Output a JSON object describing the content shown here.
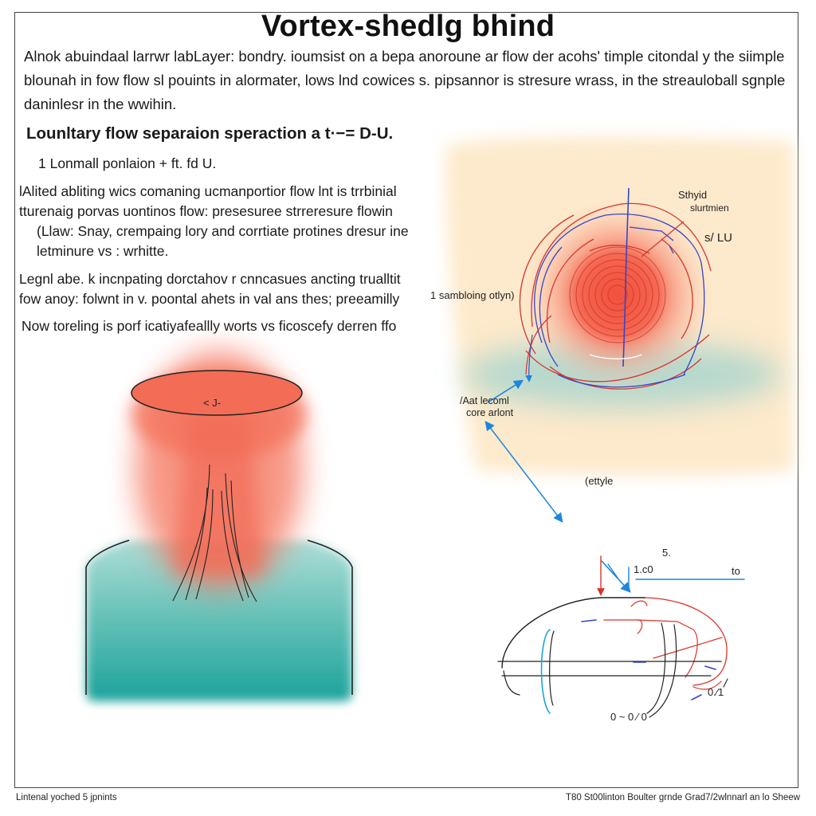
{
  "title": "Vortex-shedlg bhind",
  "intro": {
    "lines": [
      "Alnok abuindaal larrwr labLayer: bondry. ioumsist on a bepa anoroune ar flow der acohs' timple citondal y the siimple",
      "blounah in fow flow sl pouints in alormater, lows lnd cowices s. pipsannor is stresure wrass, in the streauloball sgnple",
      "daninlesr in the wwihin."
    ]
  },
  "section": {
    "heading": "Lounltary flow separaion speraction a t·−= D-U.",
    "sub_item": "1 Lonmall ponlaion + ft. fd U.",
    "paragraph1": [
      "lAlited abliting wics comaning ucmanportior flow lnt is trrbinial",
      "tturenaig porvas uontinos flow: presesuree strreresure flowin",
      "(Llaw: Snay, crempaing lory and corrtiate protines dresur ine",
      "letminure vs : wrhitte."
    ],
    "paragraph2": [
      "Legnl abe. k incnpating dorctahov r cnncasues ancting trualltit",
      "fow anoy: folwnt in v. poontal ahets in val ans thes; preeamilly"
    ],
    "paragraph3": "Now toreling is porf icatiyafeallly worts vs ficoscefy derren ffo"
  },
  "cylinder_diagram": {
    "top_label": "< J-",
    "colors": {
      "hot": "#f26b55",
      "cool": "#1aa39a"
    }
  },
  "vortex_diagram": {
    "labels": {
      "stagnation": "Sthyid",
      "stagnation_sub": "slurtmien",
      "velocity": "s/ LU",
      "left": "1 sambloing otlyn)",
      "arrow_label_line1": "/Aat lecoml",
      "arrow_label_line2": "core arlont",
      "style": "(ettyle"
    },
    "colors": {
      "core": "#f26450",
      "red_line": "#d8352a",
      "blue_line": "#3845c4",
      "arrow": "#1b86dd",
      "background_warm": "#fde7c4",
      "background_teal": "#9fd3cf"
    }
  },
  "profile_diagram": {
    "labels": {
      "exponent": "5.",
      "value_top": "1.c0",
      "right_top": "to",
      "right_bottom": "0.⁄1",
      "bottom": "0 ~ 0 ⁄ 0"
    }
  },
  "footer": {
    "left": "Lintenal yoched 5 jpnints",
    "right": "T80 St00linton Boulter grnde Grad7/2wlnnarl an lo Sheew"
  }
}
